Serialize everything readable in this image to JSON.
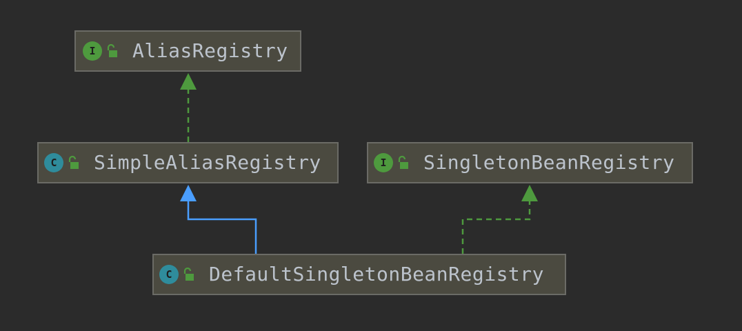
{
  "diagram": {
    "nodes": [
      {
        "id": "alias_registry",
        "name": "AliasRegistry",
        "kind": "interface",
        "badge": "I"
      },
      {
        "id": "simple_alias_registry",
        "name": "SimpleAliasRegistry",
        "kind": "class",
        "badge": "C"
      },
      {
        "id": "singleton_bean_registry",
        "name": "SingletonBeanRegistry",
        "kind": "interface",
        "badge": "I"
      },
      {
        "id": "default_singleton_bean_registry",
        "name": "DefaultSingletonBeanRegistry",
        "kind": "class",
        "badge": "C"
      }
    ],
    "edges": [
      {
        "from": "simple_alias_registry",
        "to": "alias_registry",
        "relation": "implements",
        "style": "dashed",
        "color": "#4e9a3e"
      },
      {
        "from": "default_singleton_bean_registry",
        "to": "simple_alias_registry",
        "relation": "extends",
        "style": "solid",
        "color": "#4a9eff"
      },
      {
        "from": "default_singleton_bean_registry",
        "to": "singleton_bean_registry",
        "relation": "implements",
        "style": "dashed",
        "color": "#4e9a3e"
      }
    ]
  },
  "colors": {
    "background": "#2b2b2b",
    "node_fill": "#4b4a40",
    "node_border": "#6b6b66",
    "text": "#bcc3cc",
    "interface_badge": "#4e9a3e",
    "class_badge": "#2f8c9c",
    "lock_icon": "#4e9a3e"
  }
}
